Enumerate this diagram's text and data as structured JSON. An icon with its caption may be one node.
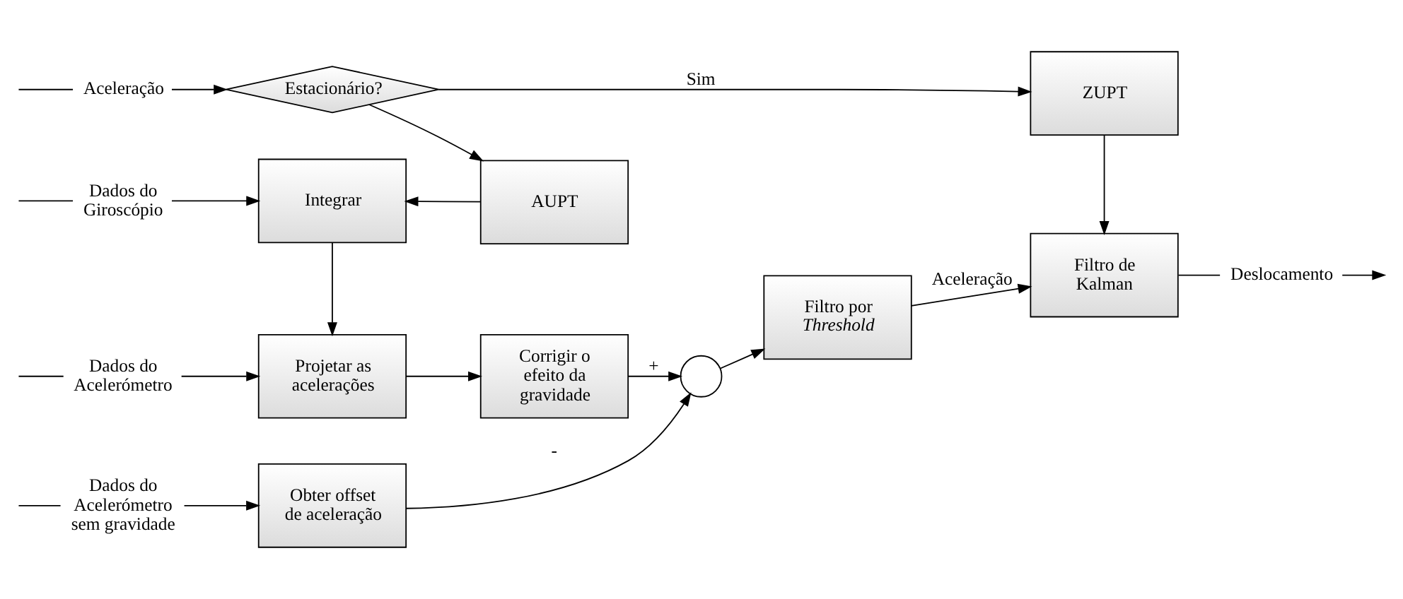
{
  "diagram": {
    "nodes": [
      {
        "text": [
          "Aceleração"
        ]
      },
      {
        "text": [
          "Estacionário?"
        ]
      },
      {
        "text": [
          "ZUPT"
        ]
      },
      {
        "text": [
          "AUPT"
        ]
      },
      {
        "text": [
          "Dados do Giroscópio"
        ]
      },
      {
        "text": [
          "Integrar"
        ]
      },
      {
        "text": [
          "Dados do Acelerómetro"
        ]
      },
      {
        "text": [
          "Projetar as acelerações"
        ]
      },
      {
        "text": [
          "Corrigir o efeito da gravidade"
        ]
      },
      {
        "text": [],
        "shape": "circle"
      },
      {
        "text": [
          "Filtro por *Threshold*"
        ]
      },
      {
        "text": [
          "Filtro de Kalman"
        ]
      },
      {
        "text": [
          "Deslocamento"
        ]
      },
      {
        "text": [
          "Dados do Acelerómetro sem gravidade"
        ]
      },
      {
        "text": [
          "Obter offset de aceleração"
        ]
      }
    ],
    "edges": [
      {
        "from": null,
        "to": 0,
        "arrow": "none"
      },
      {
        "from": 0,
        "to": 1,
        "arrow": "to"
      },
      {
        "from": 1,
        "to": 2,
        "arrow": "to",
        "label": "Sim"
      },
      {
        "from": 1,
        "to": 3,
        "arrow": "to"
      },
      {
        "from": 3,
        "to": 5,
        "arrow": "to"
      },
      {
        "from": null,
        "to": 4,
        "arrow": "none"
      },
      {
        "from": 4,
        "to": 5,
        "arrow": "to"
      },
      {
        "from": 5,
        "to": 7,
        "arrow": "to"
      },
      {
        "from": null,
        "to": 6,
        "arrow": "none"
      },
      {
        "from": 6,
        "to": 7,
        "arrow": "to"
      },
      {
        "from": 7,
        "to": 8,
        "arrow": "to"
      },
      {
        "from": 8,
        "to": 9,
        "arrow": "to",
        "label": "+"
      },
      {
        "from": 9,
        "to": 10,
        "arrow": "to"
      },
      {
        "from": 10,
        "to": 11,
        "arrow": "to",
        "label": "Aceleração"
      },
      {
        "from": 2,
        "to": 11,
        "arrow": "to"
      },
      {
        "from": 11,
        "to": 12,
        "arrow": "none"
      },
      {
        "from": 12,
        "to": null,
        "arrow": "to"
      },
      {
        "from": null,
        "to": 13,
        "arrow": "none"
      },
      {
        "from": 13,
        "to": 14,
        "arrow": "to"
      },
      {
        "from": 14,
        "to": 9,
        "arrow": "to",
        "label": "-"
      }
    ]
  }
}
